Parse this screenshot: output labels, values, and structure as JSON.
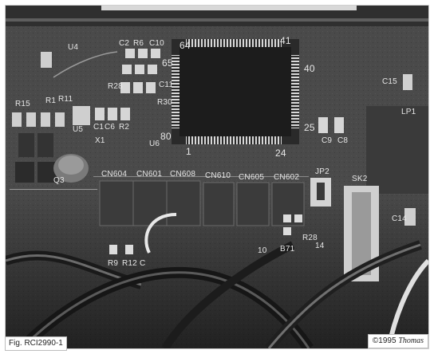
{
  "labels": {
    "chip_pins": [
      "64",
      "41",
      "65",
      "40",
      "80",
      "25",
      "1",
      "24"
    ],
    "refs_top": [
      "U4",
      "R6",
      "C10",
      "C2",
      "R28",
      "C11",
      "R30",
      "R11",
      "R15",
      "R1",
      "C1",
      "C6",
      "R2",
      "U5",
      "X1",
      "Q3",
      "C15",
      "LP1",
      "C9",
      "C8",
      "U6"
    ],
    "connectors": [
      "CN604",
      "CN601",
      "CN608",
      "CN610",
      "CN605",
      "CN602",
      "JP2",
      "SK2"
    ],
    "refs_bottom": [
      "R9",
      "R12",
      "C",
      "B71",
      "R28",
      "14",
      "10",
      "C14"
    ]
  },
  "caption": "Fig. RCI2990-1",
  "copyright": {
    "year_mark": "©1995",
    "author": "Thomas"
  }
}
